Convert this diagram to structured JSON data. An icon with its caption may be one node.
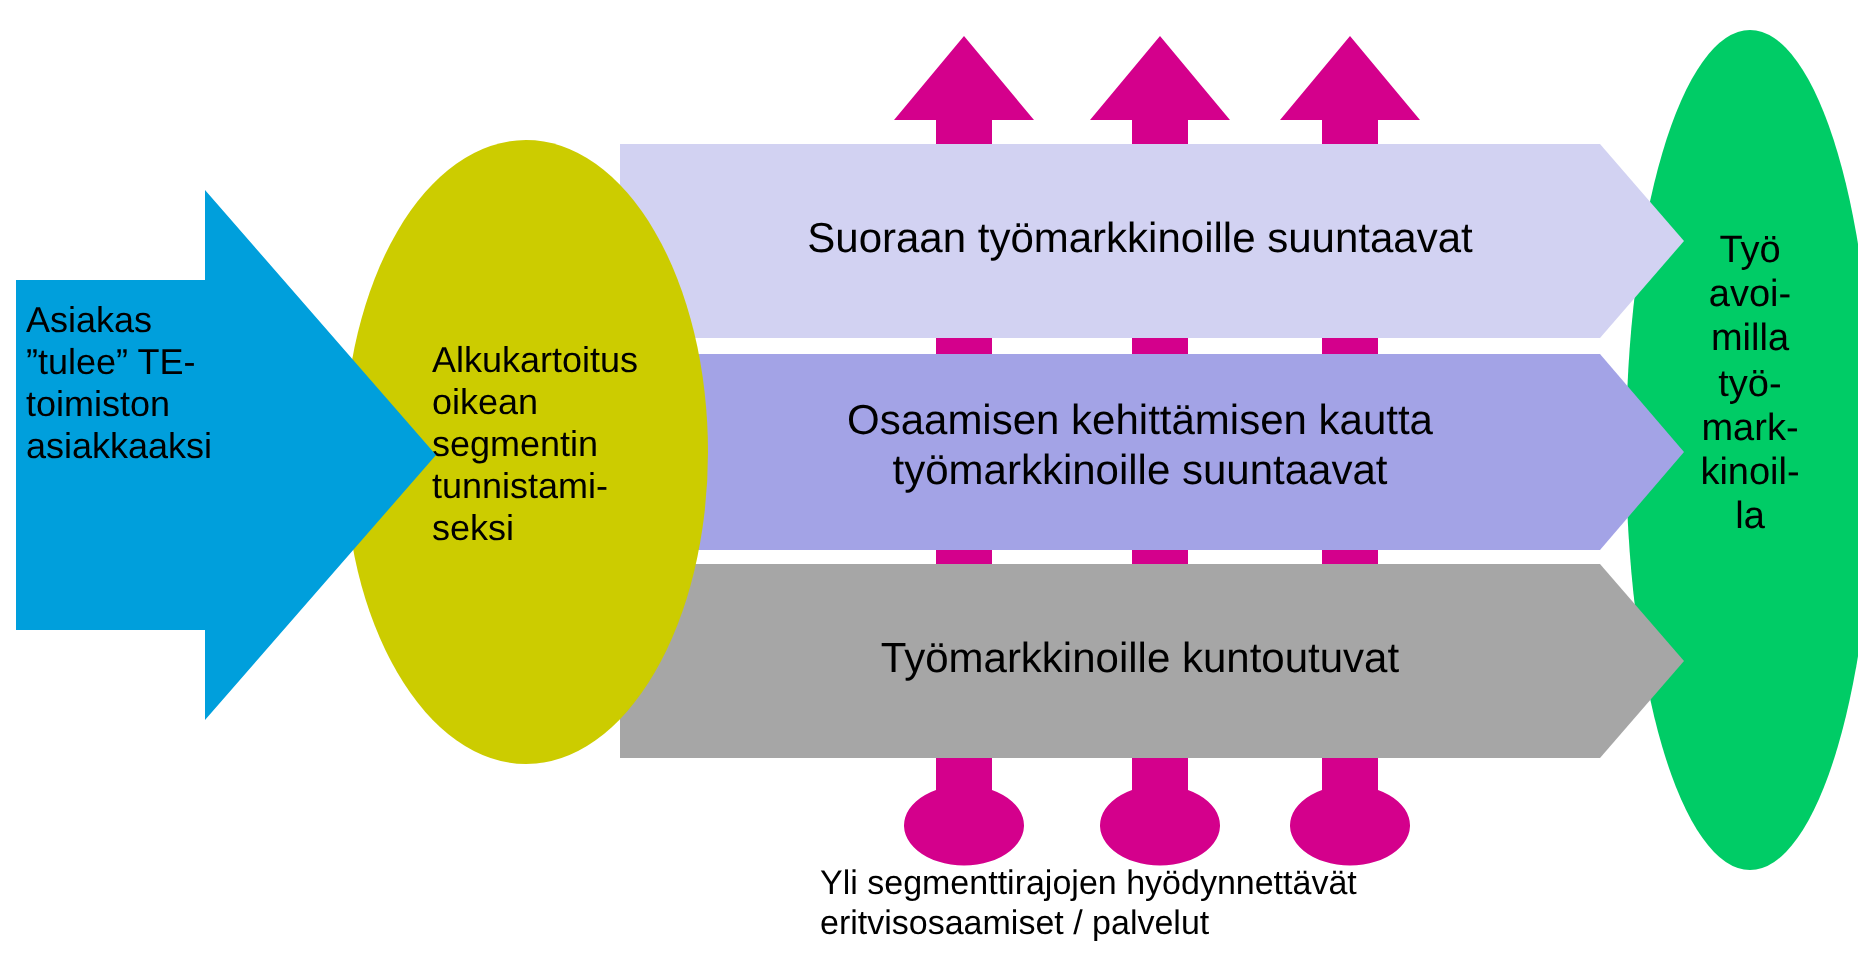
{
  "diagram": {
    "nodes": [
      {
        "text": [
          "Asiakas ”tulee” TE-toimiston asiakkaaksi"
        ]
      },
      {
        "text": [
          "Alkukartoitus oikean segmentin tunnistami- seksi"
        ]
      },
      {
        "text": [
          "Suoraan työmarkkinoille suuntaavat"
        ]
      },
      {
        "text": [
          "Osaamisen kehittämisen kautta työmarkkinoille suuntaavat"
        ]
      },
      {
        "text": [
          "Työmarkkinoille kuntoutuvat"
        ]
      },
      {
        "text": [
          "Työ avoi- milla työ- mark- kinoil- la"
        ]
      }
    ],
    "labels": [
      "Yli segmenttirajojen hyödynnettävät eritvisosaamiset / palvelut"
    ]
  }
}
